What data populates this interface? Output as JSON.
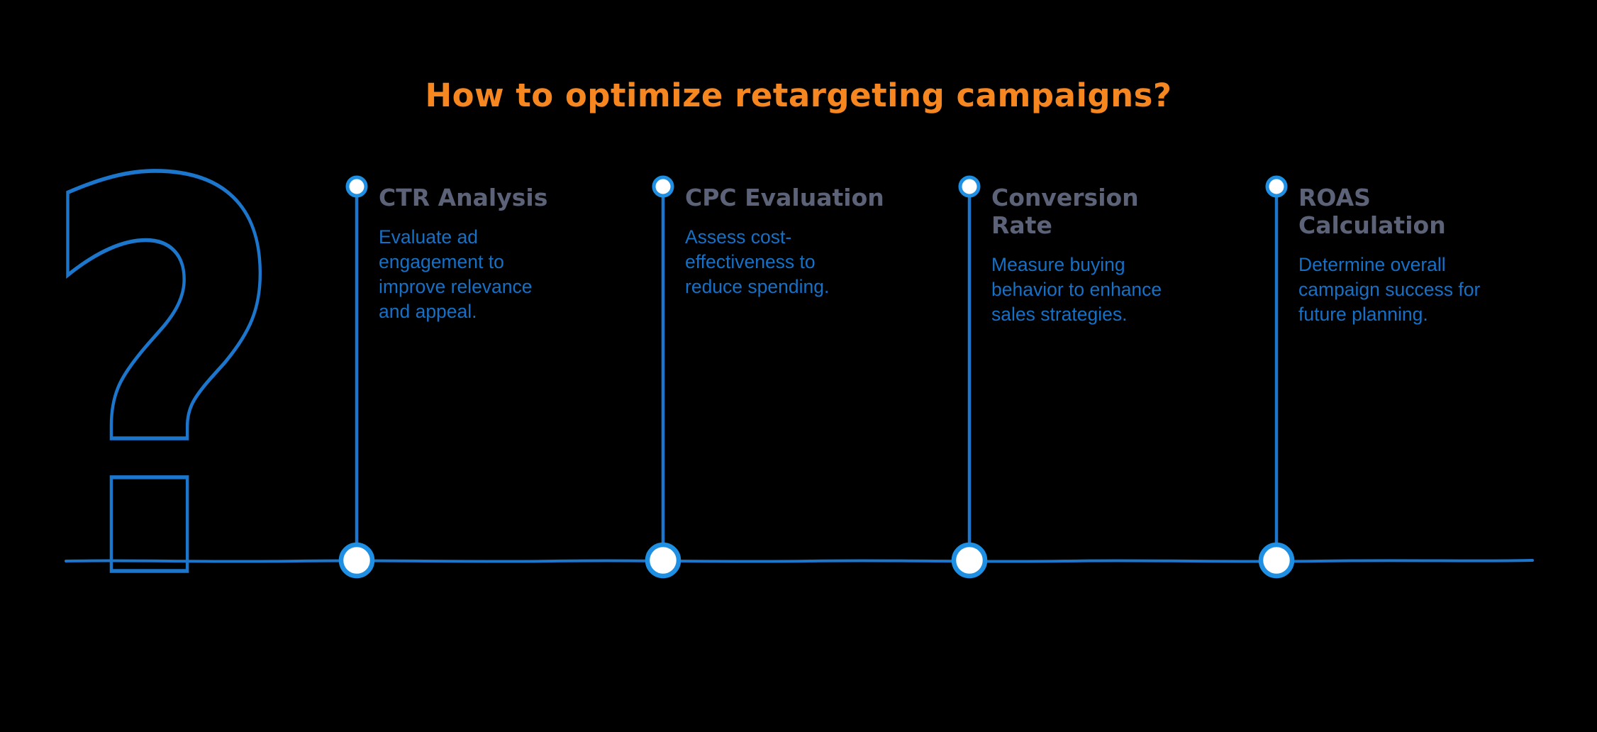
{
  "title": "How to optimize retargeting campaigns?",
  "question_mark_glyph": "?",
  "colors": {
    "background": "#000000",
    "title-orange": "#F6861F",
    "line-blue": "#1B76CC",
    "ring-blue": "#1E8FE2",
    "heading-slate": "#5C6277",
    "body-blue": "#1570C6",
    "dot-fill": "#FFFFFF"
  },
  "milestones": [
    {
      "heading": "CTR Analysis",
      "body": "Evaluate ad\nengagement to\nimprove relevance\nand appeal."
    },
    {
      "heading": "CPC Evaluation",
      "body": "Assess cost-\neffectiveness to\nreduce spending."
    },
    {
      "heading": "Conversion\nRate",
      "body": "Measure buying\nbehavior to enhance\nsales strategies."
    },
    {
      "heading": "ROAS\nCalculation",
      "body": "Determine overall\ncampaign success for\nfuture planning."
    }
  ]
}
